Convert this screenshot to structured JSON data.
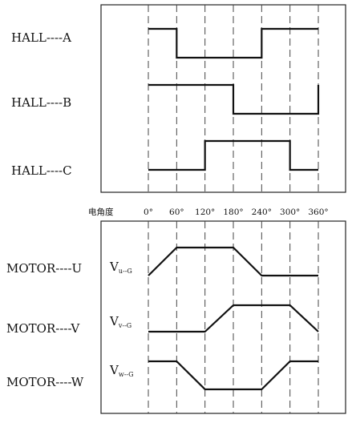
{
  "axis": {
    "title": "电角度",
    "ticks": [
      "0°",
      "60°",
      "120°",
      "180°",
      "240°",
      "300°",
      "360°"
    ]
  },
  "hall": [
    {
      "label": "HALL----A",
      "levels": [
        1,
        0,
        0,
        0,
        1,
        1
      ]
    },
    {
      "label": "HALL----B",
      "levels": [
        1,
        1,
        1,
        0,
        0,
        0
      ]
    },
    {
      "label": "HALL----C",
      "levels": [
        0,
        0,
        1,
        1,
        1,
        0
      ]
    }
  ],
  "motor": [
    {
      "label": "MOTOR----U",
      "v_main": "V",
      "v_sub": "u--G",
      "points": [
        [
          0,
          0
        ],
        [
          60,
          1
        ],
        [
          180,
          1
        ],
        [
          240,
          0
        ],
        [
          360,
          0
        ]
      ]
    },
    {
      "label": "MOTOR----V",
      "v_main": "V",
      "v_sub": "v--G",
      "points": [
        [
          0,
          0
        ],
        [
          120,
          0
        ],
        [
          180,
          1
        ],
        [
          300,
          1
        ],
        [
          360,
          0
        ]
      ]
    },
    {
      "label": "MOTOR----W",
      "v_main": "V",
      "v_sub": "w--G",
      "points": [
        [
          0,
          1
        ],
        [
          60,
          1
        ],
        [
          120,
          0
        ],
        [
          240,
          0
        ],
        [
          300,
          1
        ],
        [
          360,
          1
        ]
      ]
    }
  ]
}
